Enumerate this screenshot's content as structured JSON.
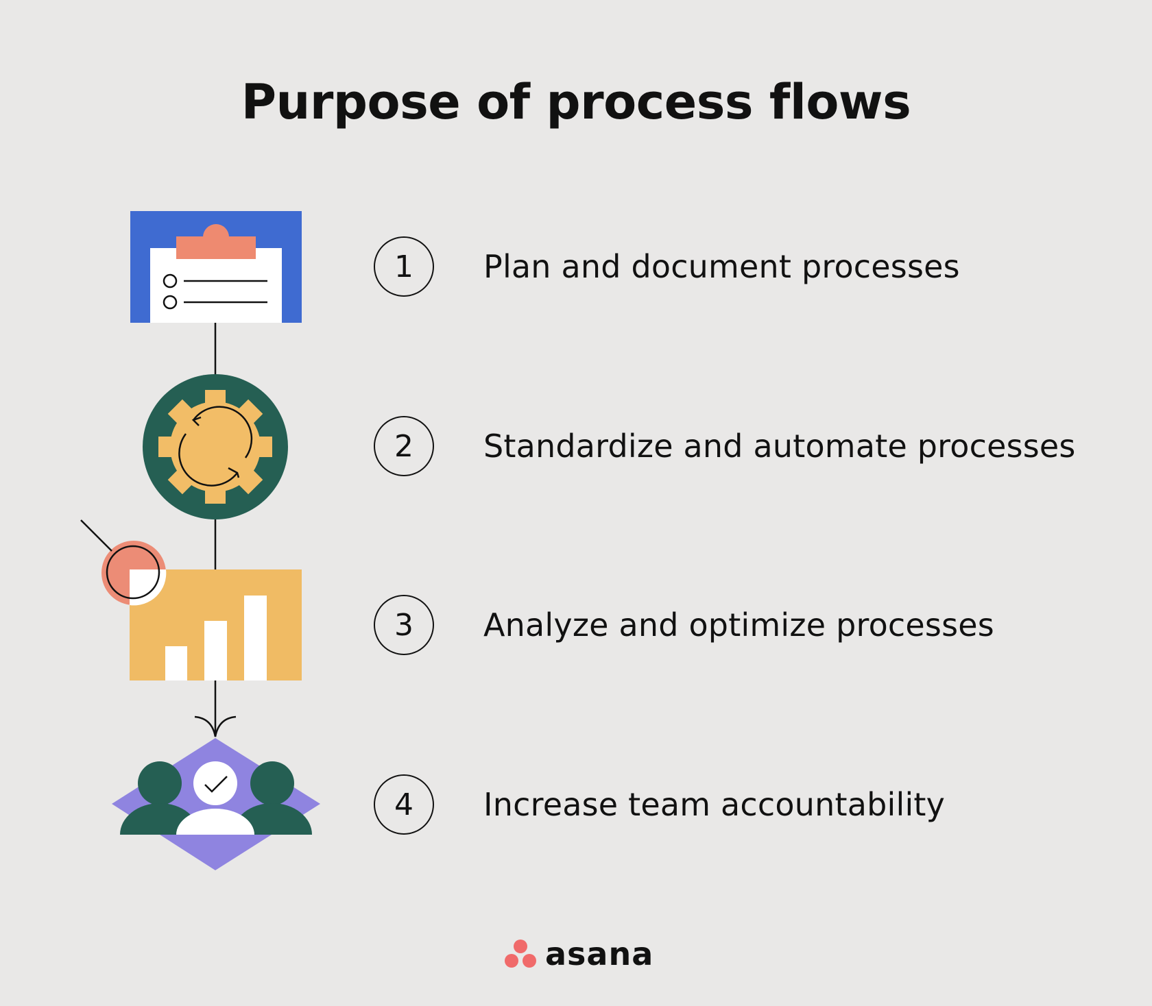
{
  "title": "Purpose of process flows",
  "steps": [
    {
      "number": "1",
      "label": "Plan and document processes",
      "icon": "clipboard-checklist-icon"
    },
    {
      "number": "2",
      "label": "Standardize and automate processes",
      "icon": "gear-cycle-icon"
    },
    {
      "number": "3",
      "label": "Analyze and optimize processes",
      "icon": "bar-chart-magnifier-icon"
    },
    {
      "number": "4",
      "label": "Increase team accountability",
      "icon": "team-check-icon"
    }
  ],
  "brand": {
    "name": "asana",
    "logo_color": "#f06a6a"
  },
  "colors": {
    "background": "#e9e8e7",
    "clipboard_blue": "#3f6bd1",
    "clip_coral": "#ee8a70",
    "gear_green": "#255f53",
    "gear_yellow": "#f2bd67",
    "chart_yellow": "#f0bb64",
    "magnifier_coral": "#ec8c76",
    "diamond_purple": "#8f84e0",
    "people_green": "#255f53"
  }
}
